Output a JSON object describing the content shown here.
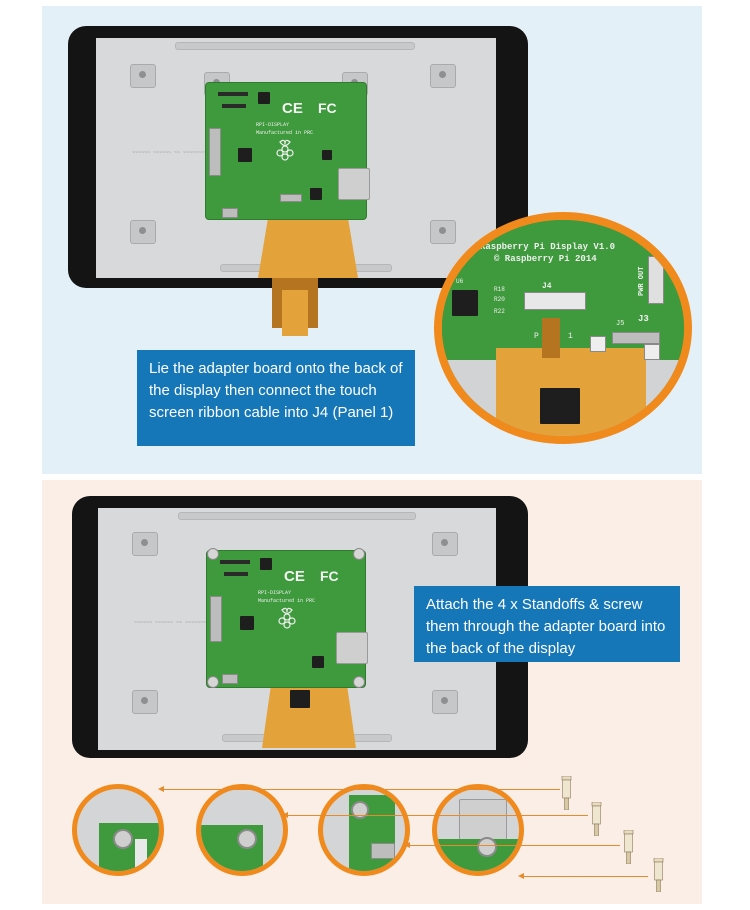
{
  "callouts": {
    "step1": "Lie the adapter board onto the back of the display then connect the touch screen ribbon cable into J4 (Panel 1)",
    "step2": "Attach the 4 x Standoffs & screw them through the adapter board into the back of the display"
  },
  "board_silkscreen": {
    "model": "RPI-DISPLAY",
    "line1": "Manufactured in PRC",
    "zoom_title": "Raspberry Pi Display V1.0",
    "zoom_copyright": "© Raspberry Pi 2014",
    "j4": "J4",
    "p_label": "P",
    "one_label": "1",
    "j5": "J5",
    "j3": "J3",
    "pwr_out": "PWR OUT",
    "r18": "R18",
    "r20": "R20",
    "r22": "R22",
    "u6": "U6",
    "ce_mark": "CE",
    "fc_mark": "FC"
  },
  "icons": [
    "raspberry-pi-logo-icon",
    "ce-mark-icon",
    "fcc-mark-icon",
    "standoff-icon",
    "arrow-left-icon"
  ],
  "colors": {
    "top_panel_bg": "#e3f0f8",
    "bottom_panel_bg": "#fbeee6",
    "callout_bg": "#1577b8",
    "zoom_border": "#f08a1c",
    "pcb_green": "#3e9a3c",
    "ribbon_orange": "#e4a33a"
  }
}
